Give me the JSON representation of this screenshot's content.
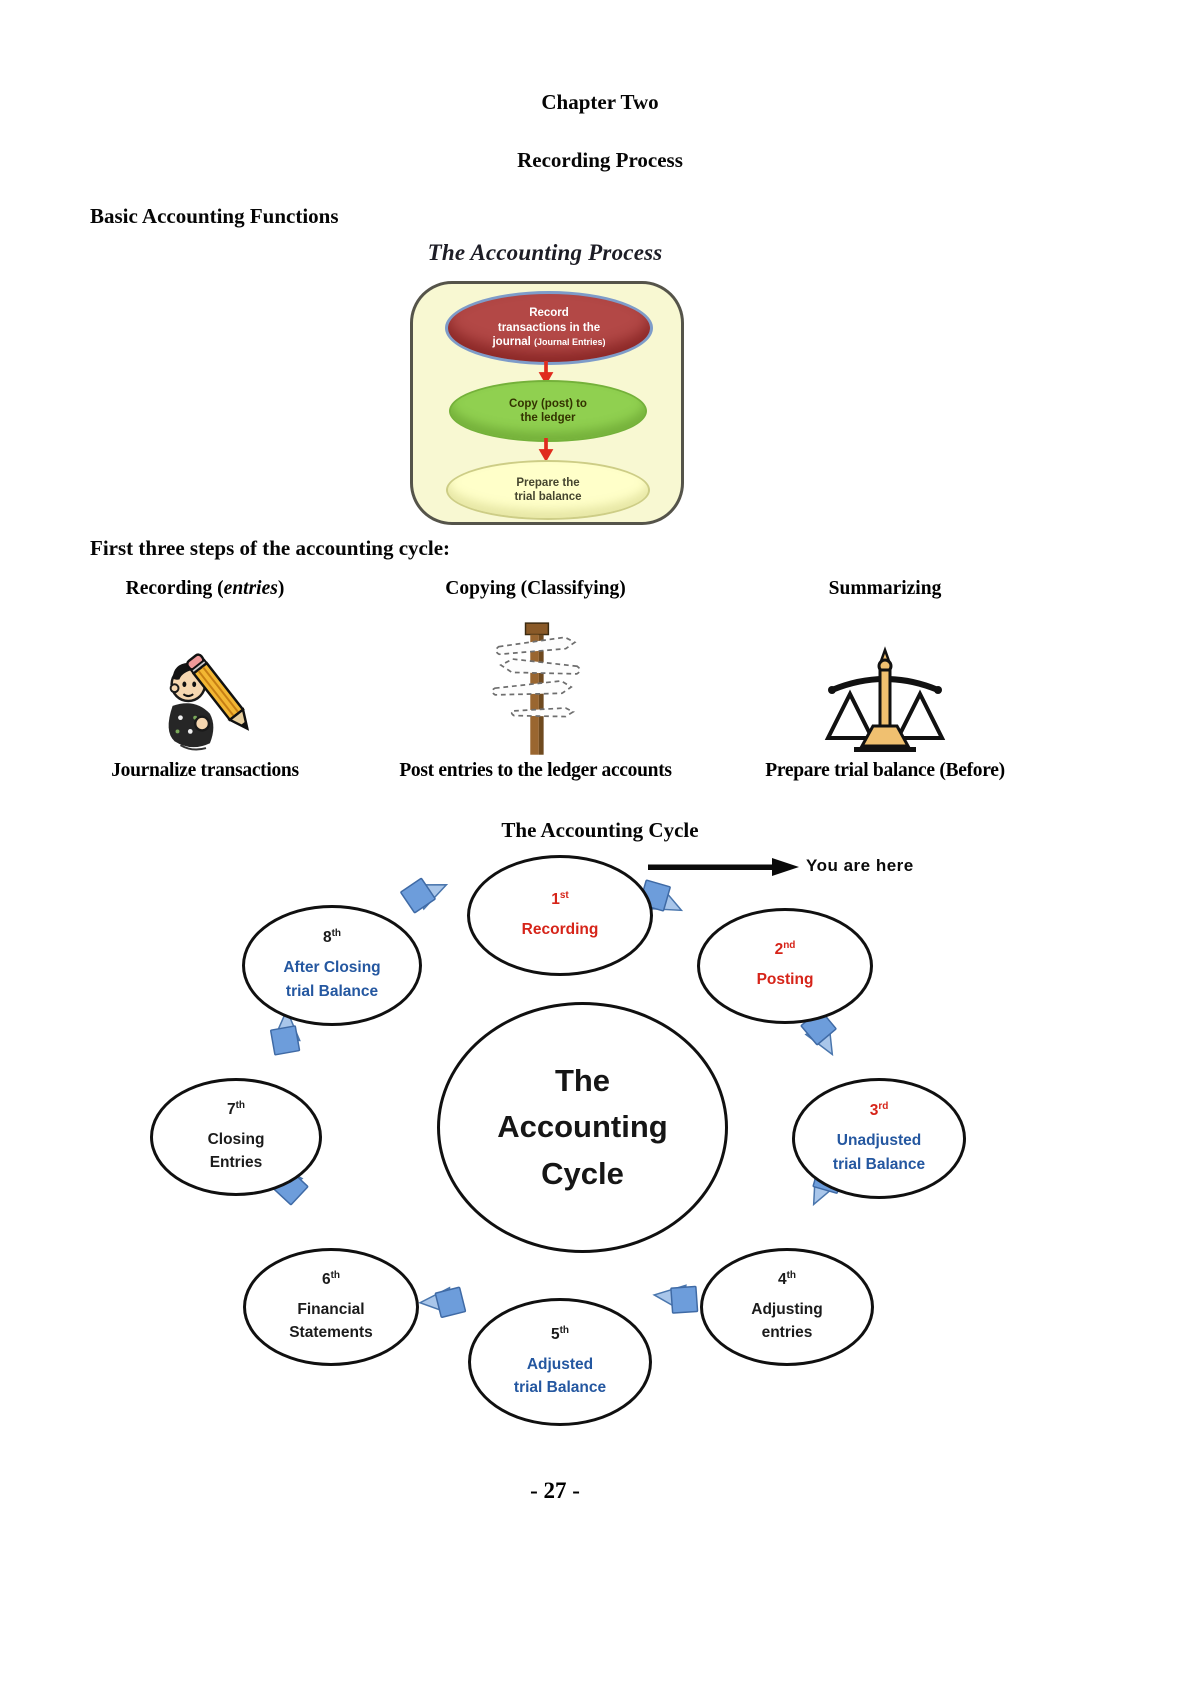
{
  "doc": {
    "chapter": "Chapter Two",
    "title": "Recording Process",
    "basic_heading": "Basic Accounting Functions",
    "first_three_heading": "First three steps of the accounting cycle:",
    "cycle_heading": "The Accounting Cycle",
    "page_number": "- 27 -"
  },
  "process": {
    "title": "The Accounting Process",
    "steps": [
      {
        "line1": "Record",
        "line2": "transactions in the",
        "line3": "journal",
        "suffix": "(Journal Entries)"
      },
      {
        "line1": "Copy (post) to",
        "line2": "the ledger"
      },
      {
        "line1": "Prepare the",
        "line2": "trial balance"
      }
    ]
  },
  "columns": [
    {
      "header_pre": "Recording (",
      "header_italic": "entries",
      "header_post": ")",
      "icon": "writing-person",
      "caption": "Journalize transactions"
    },
    {
      "header_pre": "Copying (Classifying)",
      "header_italic": "",
      "header_post": "",
      "icon": "signpost",
      "caption": "Post entries to the ledger accounts"
    },
    {
      "header_pre": "Summarizing",
      "header_italic": "",
      "header_post": "",
      "icon": "balance-scale",
      "caption": "Prepare trial balance (Before)"
    }
  ],
  "cycle": {
    "you_are_here": "You are here",
    "center_line1": "The",
    "center_line2": "Accounting",
    "center_line3": "Cycle",
    "nodes": [
      {
        "num": "1",
        "sup": "st",
        "line1": "Recording",
        "line2": "",
        "num_color": "#d62419",
        "label_color": "#d62419"
      },
      {
        "num": "2",
        "sup": "nd",
        "line1": "Posting",
        "line2": "",
        "num_color": "#d62419",
        "label_color": "#d62419"
      },
      {
        "num": "3",
        "sup": "rd",
        "line1": "Unadjusted",
        "line2": "trial Balance",
        "num_color": "#d62419",
        "label_color": "#2457a0"
      },
      {
        "num": "4",
        "sup": "th",
        "line1": "Adjusting",
        "line2": "entries",
        "num_color": "#1b1b1b",
        "label_color": "#1b1b1b"
      },
      {
        "num": "5",
        "sup": "th",
        "line1": "Adjusted",
        "line2": "trial Balance",
        "num_color": "#1b1b1b",
        "label_color": "#2457a0"
      },
      {
        "num": "6",
        "sup": "th",
        "line1": "Financial",
        "line2": "Statements",
        "num_color": "#1b1b1b",
        "label_color": "#1b1b1b"
      },
      {
        "num": "7",
        "sup": "th",
        "line1": "Closing",
        "line2": "Entries",
        "num_color": "#1b1b1b",
        "label_color": "#1b1b1b"
      },
      {
        "num": "8",
        "sup": "th",
        "line1": "After Closing",
        "line2": "trial Balance",
        "num_color": "#1b1b1b",
        "label_color": "#2457a0"
      }
    ]
  },
  "colors": {
    "step_red": "#b34846",
    "step_green": "#90d050",
    "step_yellow": "#ffffc9",
    "process_box_bg": "#f8f8d2",
    "arrow_red": "#e02b1d",
    "cycle_arrow_blue": "#6d9ddb",
    "red_text": "#d62419",
    "blue_text": "#2457a0"
  }
}
